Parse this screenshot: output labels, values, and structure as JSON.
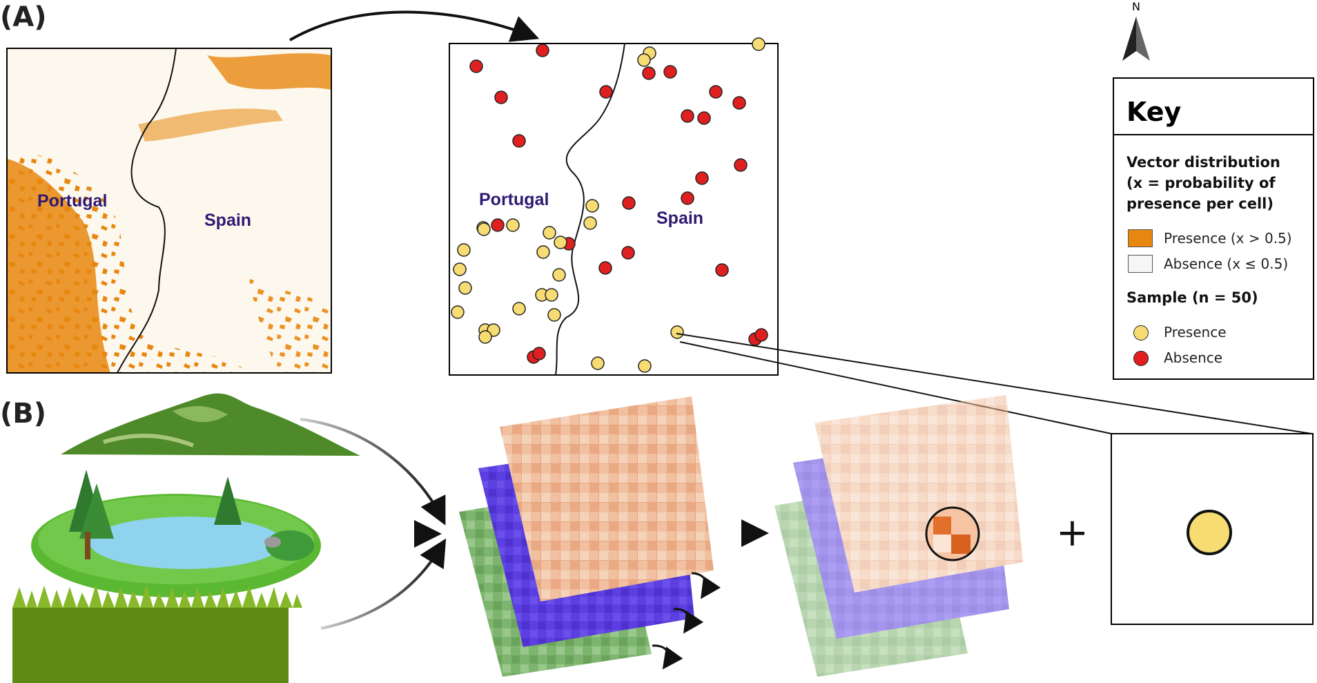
{
  "panels": {
    "a_label": "(A)",
    "b_label": "(B)"
  },
  "map": {
    "country_left": "Portugal",
    "country_right": "Spain"
  },
  "north_arrow": {
    "label": "N",
    "icon": "north-arrow-icon"
  },
  "key": {
    "title": "Key",
    "distribution_heading": [
      "Vector distribution",
      "(x = probability of",
      "presence per cell)"
    ],
    "presence_area": "Presence (x > 0.5)",
    "absence_area": "Absence (x ≤ 0.5)",
    "sample_heading": "Sample (n = 50)",
    "presence_point": "Presence",
    "absence_point": "Absence"
  },
  "colors": {
    "presence_area": "#e8870f",
    "absence_area": "#fdf8ee",
    "presence_point": "#f6dc72",
    "absence_point": "#e02020",
    "country_label": "#2e1a72"
  },
  "plus_sign": "+"
}
